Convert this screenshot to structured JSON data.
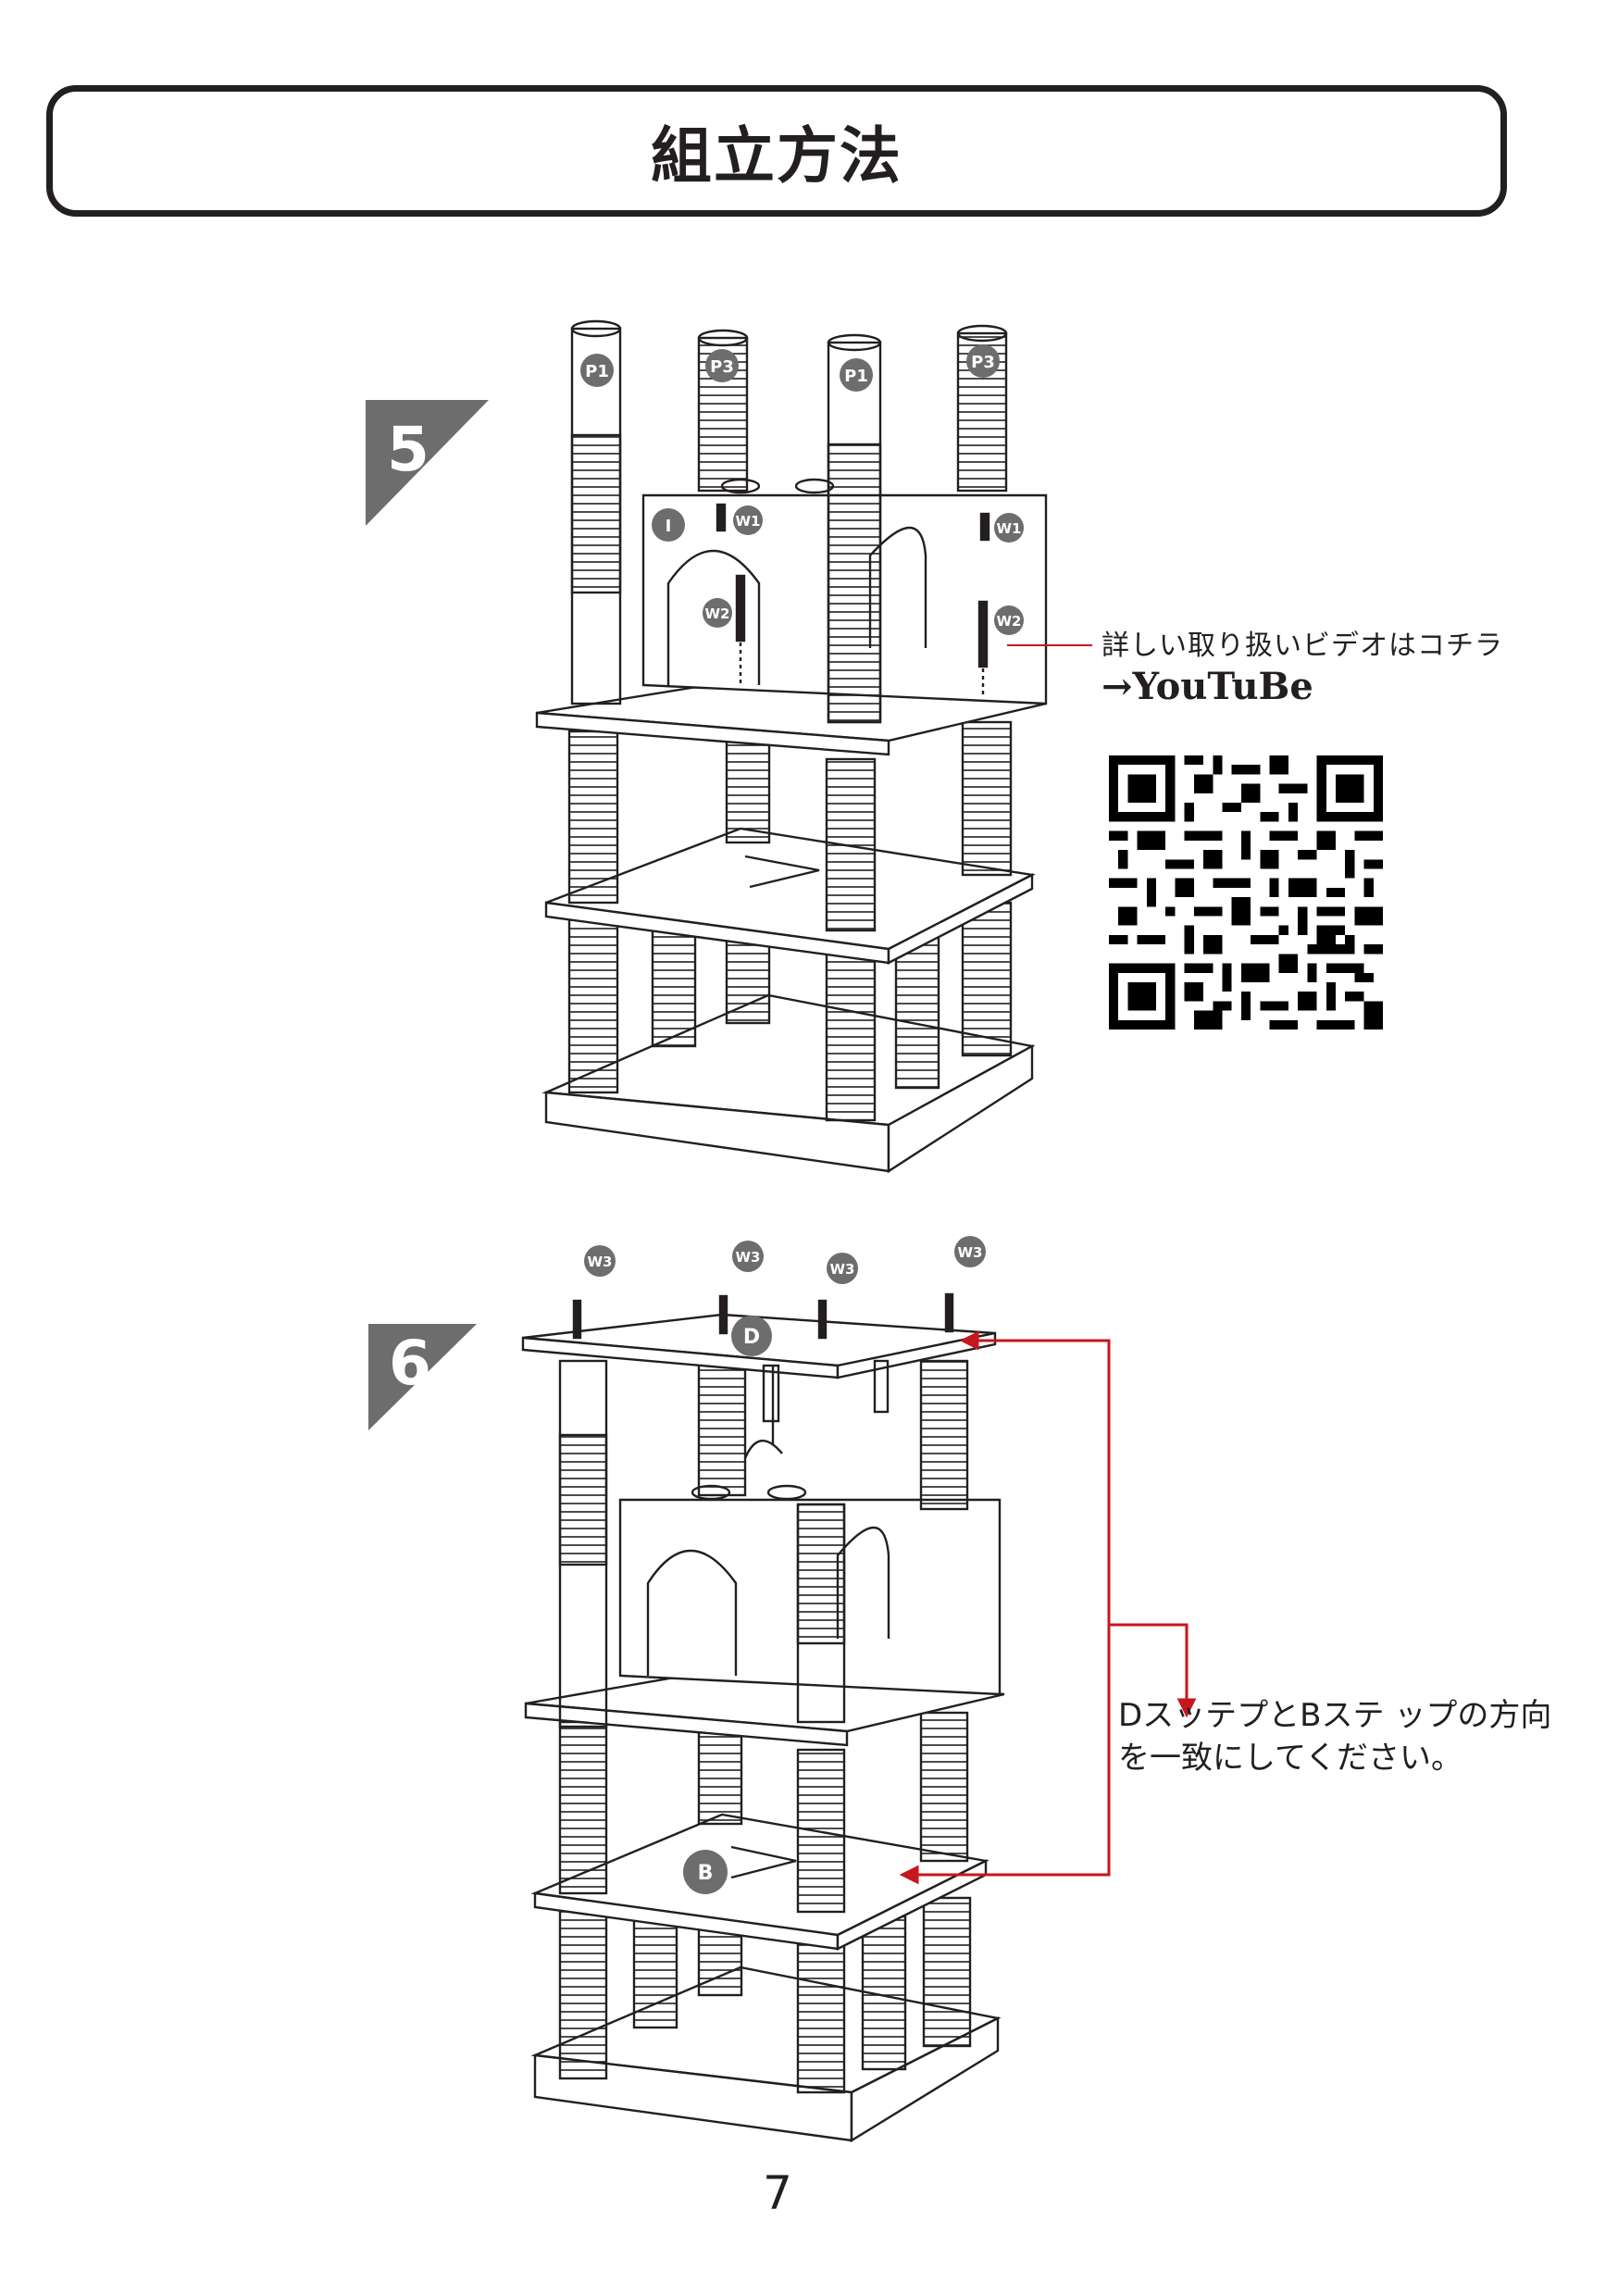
{
  "header": {
    "title": "組立方法"
  },
  "steps": [
    {
      "number": "5",
      "labels": {
        "p1": "P1",
        "p3": "P3",
        "i": "I",
        "w1": "W1",
        "w2": "W2"
      }
    },
    {
      "number": "6",
      "labels": {
        "w3": "W3",
        "d": "D",
        "b": "B"
      }
    }
  ],
  "notes": {
    "video": "詳しい取り扱いビデオはコチラ",
    "youtube": "→YouTuBe",
    "direction_line1": "DスッテプとBステ ップの方向",
    "direction_line2": "を一致にしてください。"
  },
  "qr": {
    "label": "qr-code"
  },
  "footer": {
    "page": "7"
  },
  "colors": {
    "ink": "#231f20",
    "badge": "#6d6d6d",
    "accent": "#c8161d"
  }
}
